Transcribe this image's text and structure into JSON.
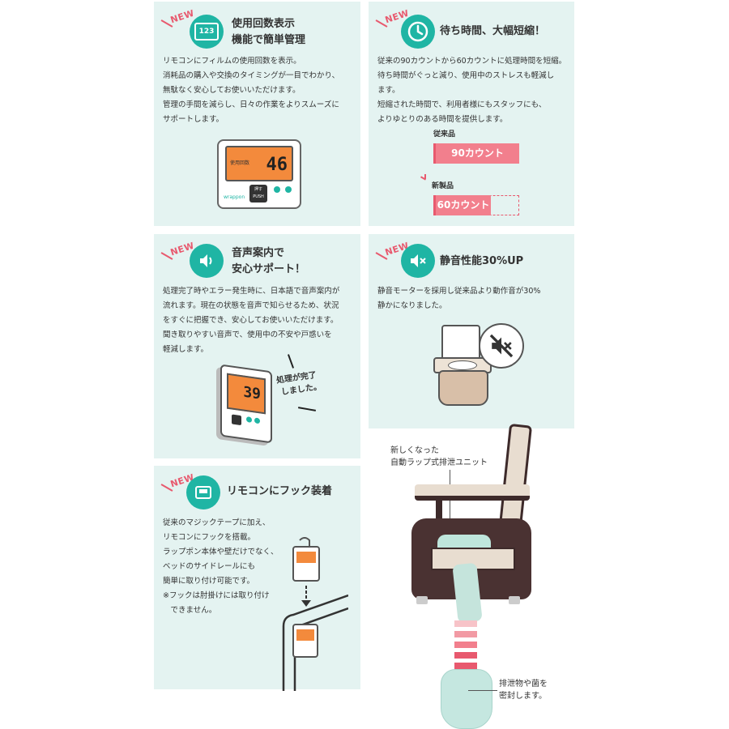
{
  "new_label": "NEW",
  "cards": [
    {
      "title": [
        "使用回数表示",
        "機能で簡単管理"
      ],
      "icon": "counter-123-icon",
      "icon_text": "123",
      "body": [
        "リモコンにフィルムの使用回数を表示。",
        "消耗品の購入や交換のタイミングが一目でわかり、",
        "無駄なく安心してお使いいただけます。",
        "管理の手間を減らし、日々の作業をよりスムーズに",
        "サポートします。"
      ],
      "remote": {
        "label": "使用回数",
        "count": "46",
        "push_label1": "押す",
        "push_label2": "PUSH",
        "brand": "wrappon"
      }
    },
    {
      "title": [
        "待ち時間、大幅短縮！"
      ],
      "icon": "clock-icon",
      "body": [
        "従来の90カウントから60カウントに処理時間を短縮。",
        "待ち時間がぐっと減り、使用中のストレスも軽減し",
        "ます。",
        "短縮された時間で、利用者様にもスタッフにも、",
        "よりゆとりのある時間を提供します。"
      ],
      "compare": {
        "old_label": "従来品",
        "old_value": "90カウント",
        "new_label": "新製品",
        "new_value": "60カウント",
        "old_count": 90,
        "new_count": 60
      }
    },
    {
      "title": [
        "音声案内で",
        "安心サポート！"
      ],
      "icon": "speaker-icon",
      "body": [
        "処理完了時やエラー発生時に、日本語で音声案内が",
        "流れます。現在の状態を音声で知らせるため、状況",
        "をすぐに把握でき、安心してお使いいただけます。",
        "聞き取りやすい音声で、使用中の不安や戸惑いを",
        "軽減します。"
      ],
      "remote": {
        "count": "39",
        "speech": [
          "処理が完了",
          "しました。"
        ]
      }
    },
    {
      "title": [
        "静音性能30%UP"
      ],
      "icon": "mute-speaker-icon",
      "body": [
        "静音モーターを採用し従来品より動作音が30%",
        "静かになりました。"
      ]
    },
    {
      "title": [
        "リモコンにフック装着"
      ],
      "icon": "remote-icon",
      "body": [
        "従来のマジックテープに加え、",
        "リモコンにフックを搭載。",
        "ラップポン本体や壁だけでなく、",
        "ベッドのサイドレールにも",
        "簡単に取り付け可能です。",
        "※フックは肘掛けには取り付け",
        "　できません。"
      ]
    }
  ],
  "unit_label": [
    "新しくなった",
    "自動ラップ式排泄ユニット"
  ],
  "seal_label": [
    "排泄物や菌を",
    "密封します。"
  ],
  "colors": {
    "card_bg": "#e4f3f1",
    "teal": "#1fb5a4",
    "pink": "#f27f8d",
    "red": "#e8596e",
    "lcd": "#f38a3c"
  }
}
